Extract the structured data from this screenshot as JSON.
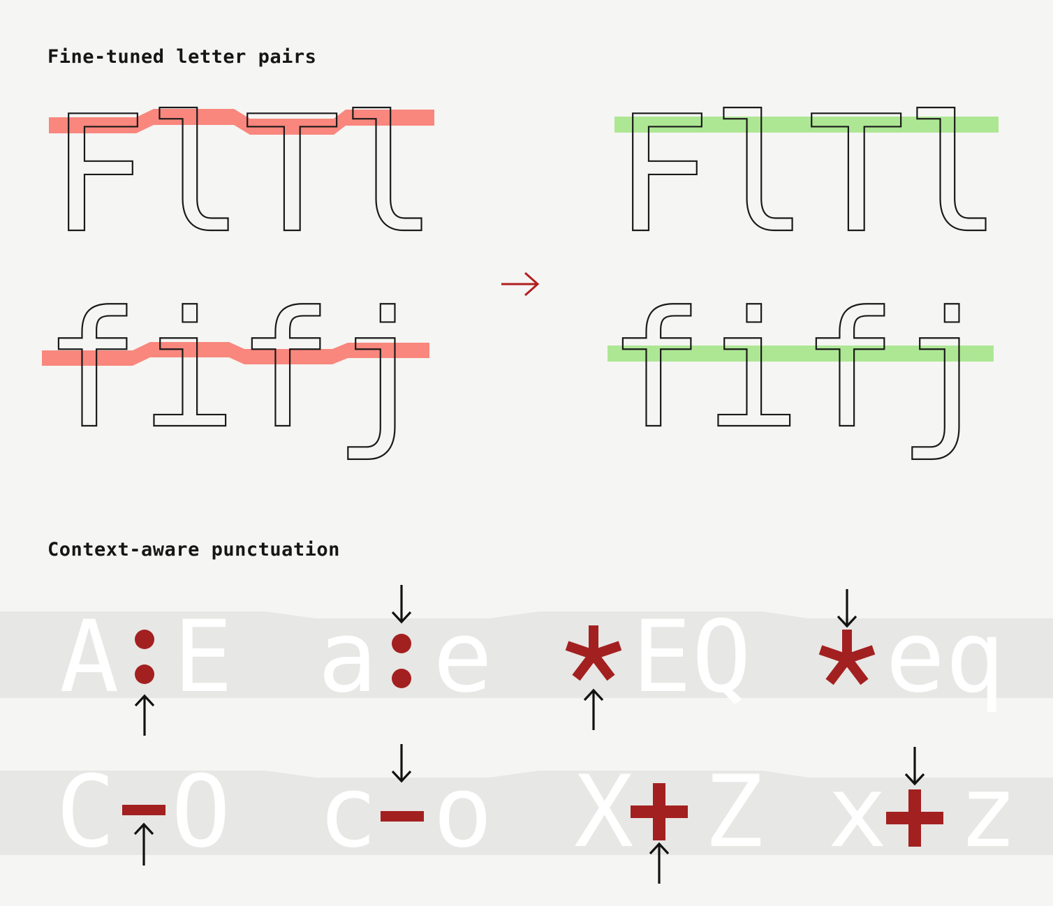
{
  "headings": {
    "pairs": "Fine-tuned letter pairs",
    "punctuation": "Context-aware punctuation"
  },
  "colors": {
    "background": "#f5f5f3",
    "highlight_before": "#f9877d",
    "highlight_after": "#aee794",
    "band": "#e7e7e5",
    "letter_white": "#ffffff",
    "mark_red": "#a32020",
    "arrow_red": "#b01f1f",
    "arrow_black": "#111111",
    "outline": "#1a1a1a"
  },
  "pairs": {
    "before": {
      "line1": "FlTl",
      "line2": "fifj"
    },
    "after": {
      "line1": "FlTl",
      "line2": "fifj"
    }
  },
  "punctuation": {
    "row1": [
      {
        "left": "A",
        "right": "E",
        "mark": "colon"
      },
      {
        "left": "a",
        "right": "e",
        "mark": "colon"
      },
      {
        "left": "",
        "right": "EQ",
        "mark": "asterisk"
      },
      {
        "left": "",
        "right": "eq",
        "mark": "asterisk"
      }
    ],
    "row2": [
      {
        "left": "C",
        "right": "O",
        "mark": "hyphen"
      },
      {
        "left": "c",
        "right": "o",
        "mark": "hyphen"
      },
      {
        "left": "X",
        "right": "Z",
        "mark": "plus"
      },
      {
        "left": "x",
        "right": "z",
        "mark": "plus"
      }
    ]
  }
}
